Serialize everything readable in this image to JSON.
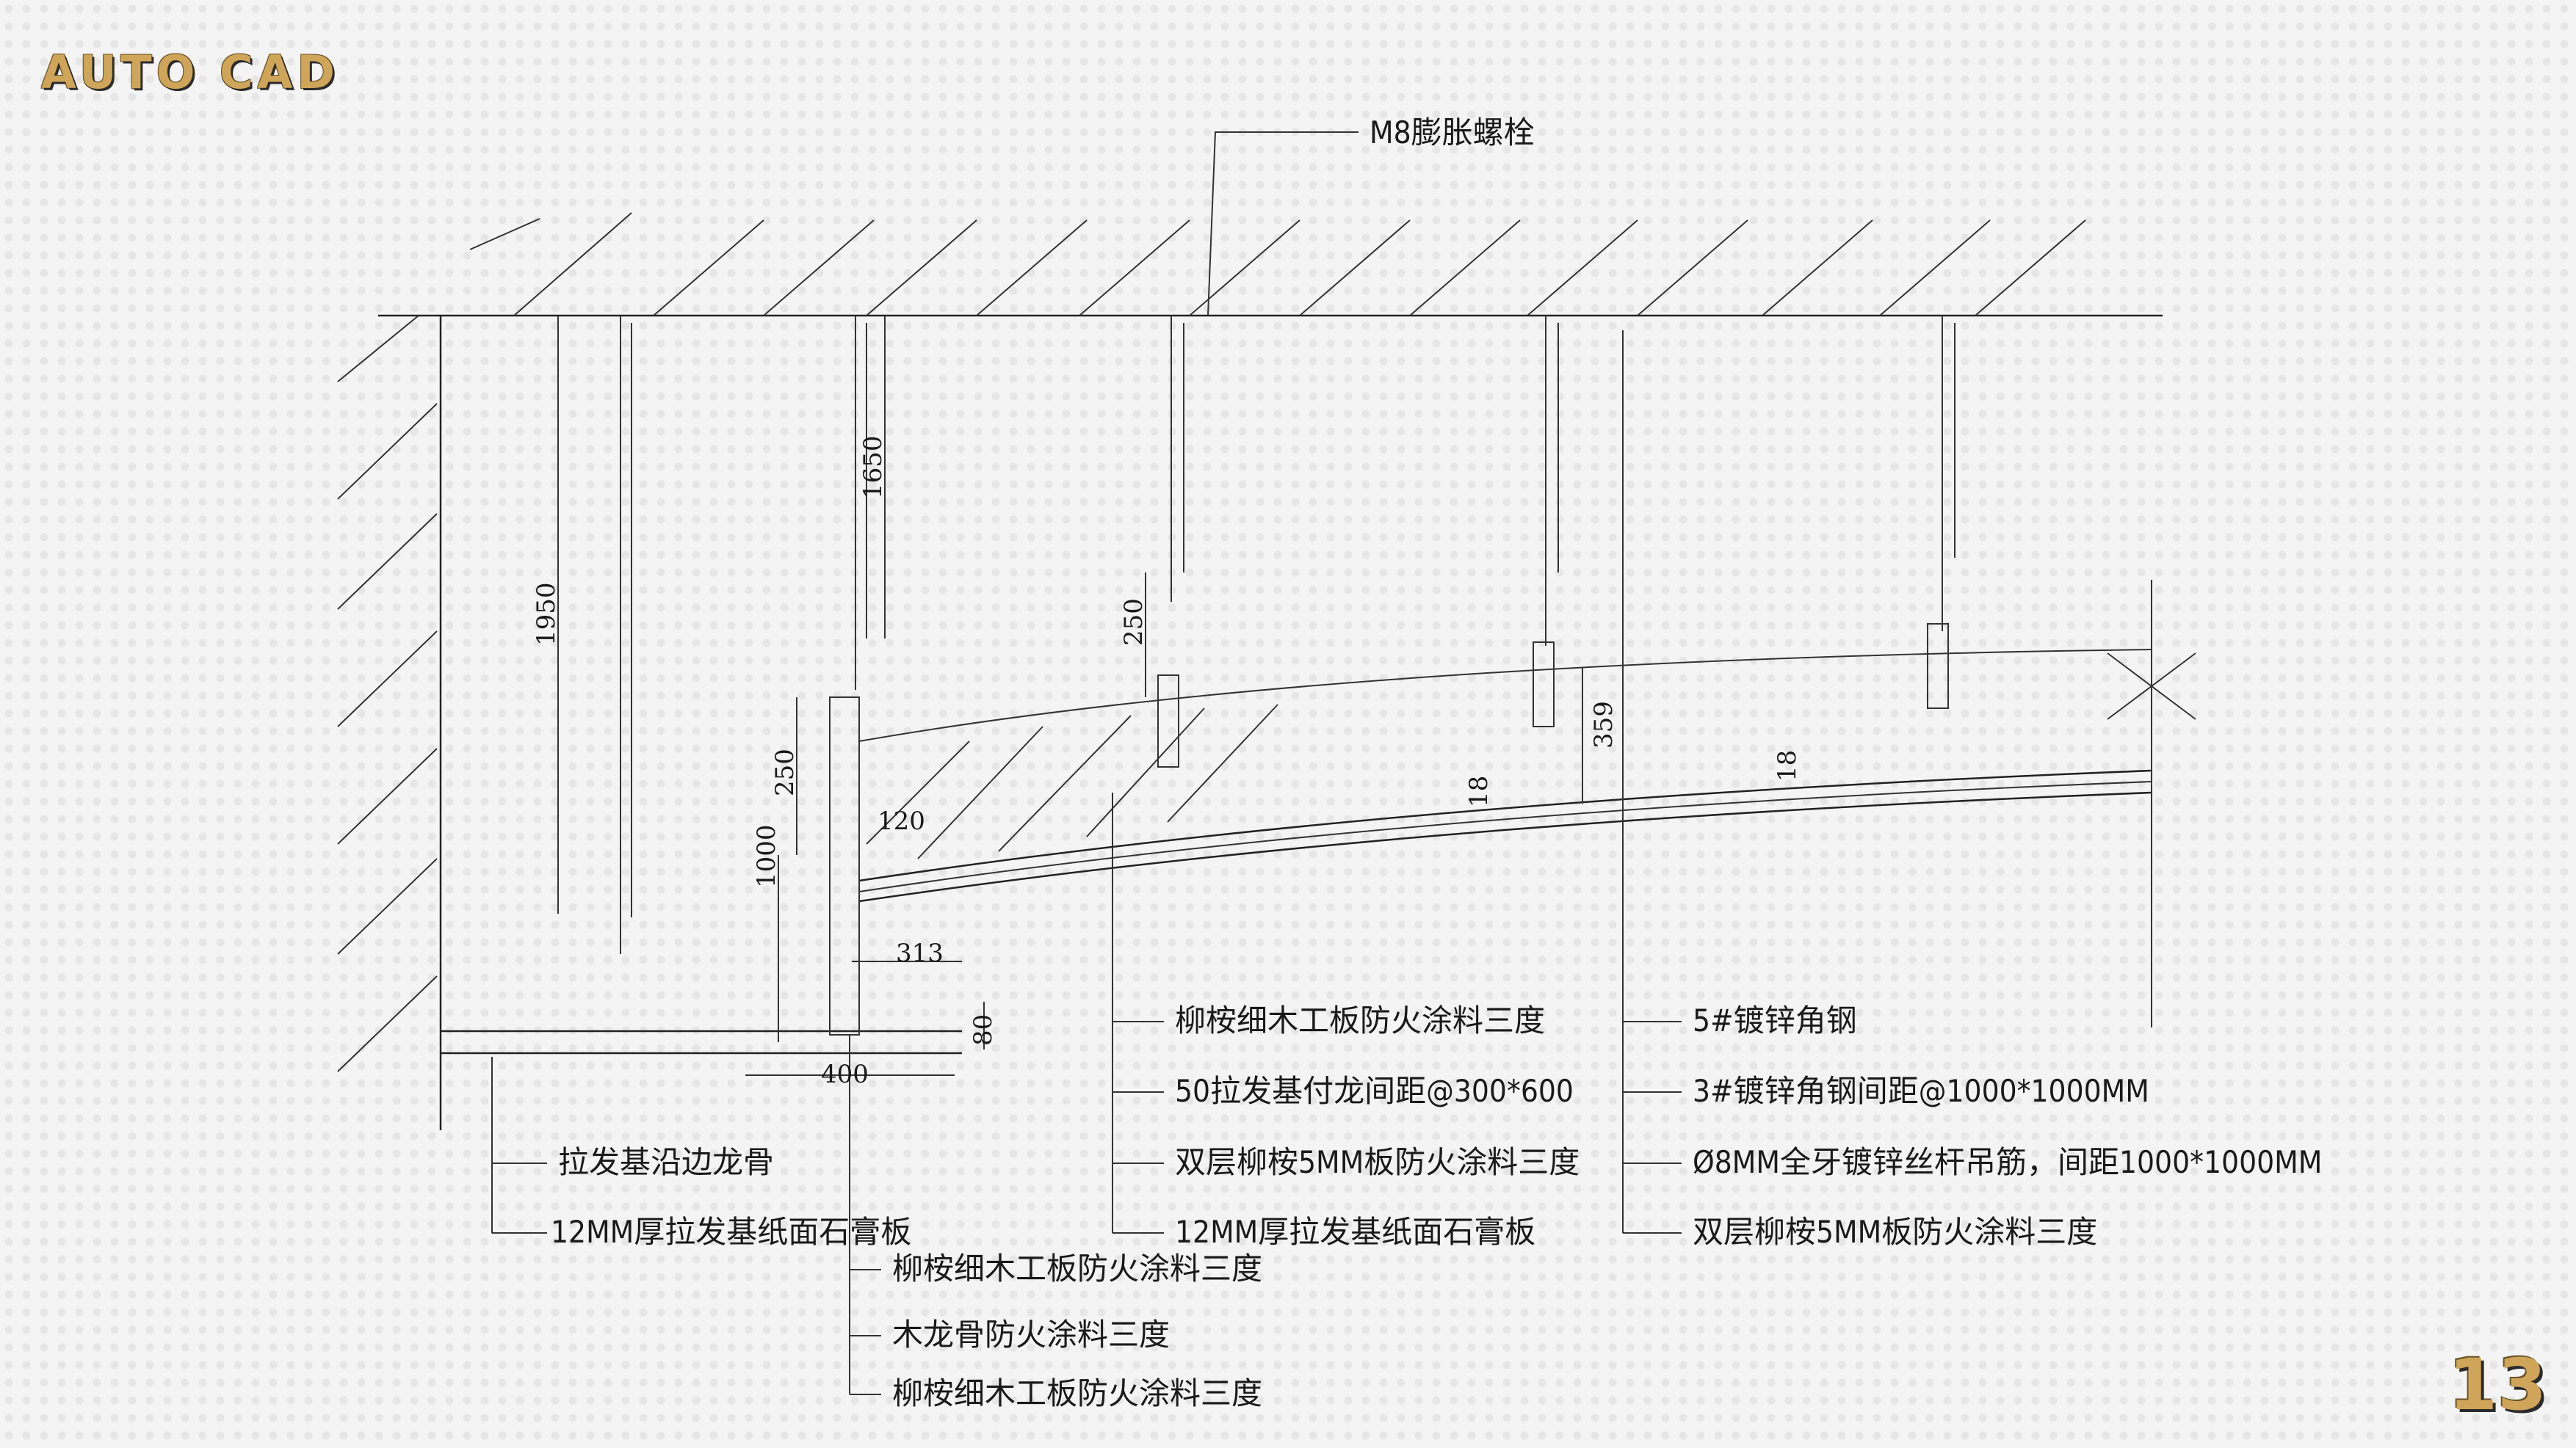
{
  "brand": "AUTO CAD",
  "page_number": "13",
  "top_label": "M8膨胀螺栓",
  "dimensions": {
    "d1950": "1950",
    "d1650": "1650",
    "d250a": "250",
    "d250b": "250",
    "d1000": "1000",
    "d120": "120",
    "d313": "313",
    "d80": "80",
    "d400": "400",
    "d359": "359",
    "d18a": "18",
    "d18b": "18"
  },
  "labels_left": [
    "拉发基沿边龙骨",
    "12MM厚拉发基纸面石膏板"
  ],
  "labels_center": [
    "柳桉细木工板防火涂料三度",
    "木龙骨防火涂料三度",
    "柳桉细木工板防火涂料三度"
  ],
  "labels_mid": [
    "柳桉细木工板防火涂料三度",
    "50拉发基付龙间距@300*600",
    "双层柳桉5MM板防火涂料三度",
    "12MM厚拉发基纸面石膏板"
  ],
  "labels_right": [
    "5#镀锌角钢",
    "3#镀锌角钢间距@1000*1000MM",
    "Ø8MM全牙镀锌丝杆吊筋，间距1000*1000MM",
    "双层柳桉5MM板防火涂料三度"
  ]
}
